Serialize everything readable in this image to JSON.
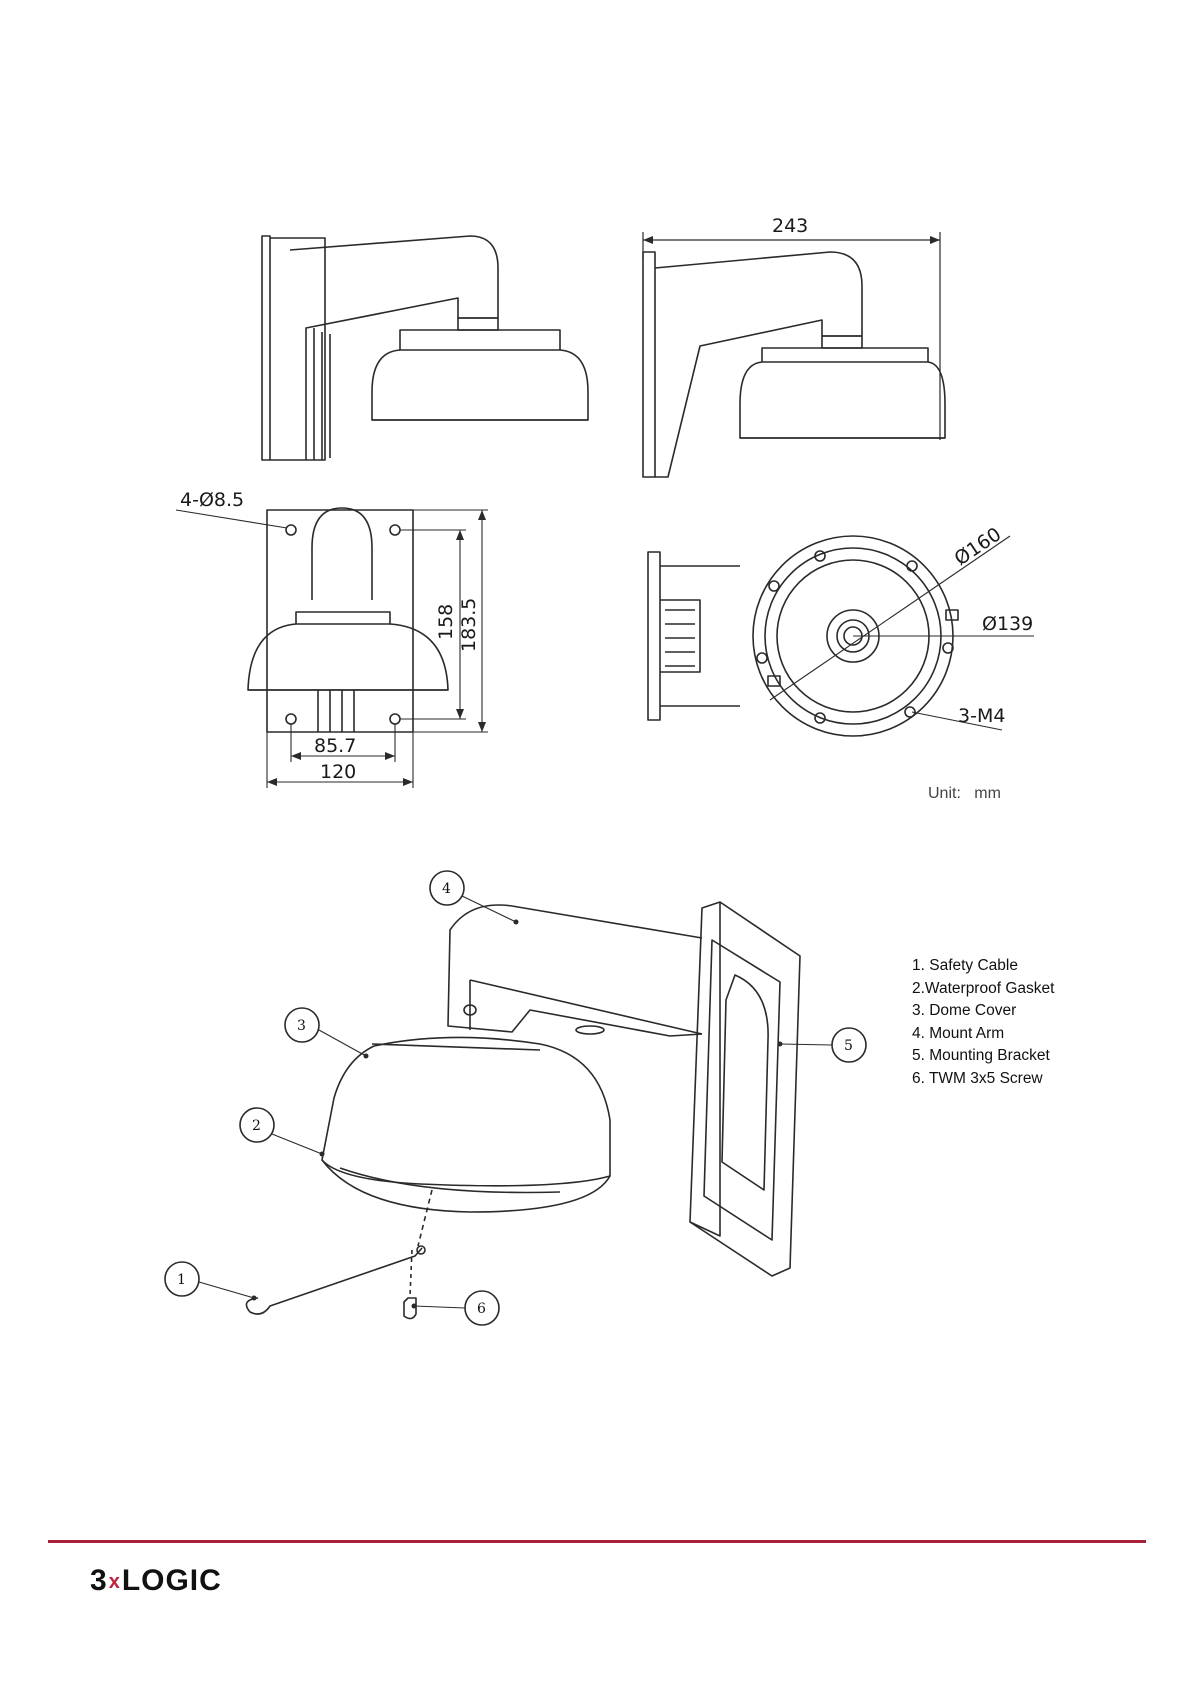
{
  "dimensions": {
    "width_total": "243",
    "holes": "4-Ø8.5",
    "height_inner": "158",
    "height_outer": "183.5",
    "width_inner": "85.7",
    "width_outer": "120",
    "dia_outer": "Ø160",
    "dia_inner": "Ø139",
    "screws": "3-M4",
    "unit": "Unit:   mm"
  },
  "callouts": [
    "1",
    "2",
    "3",
    "4",
    "5",
    "6"
  ],
  "legend": [
    "1. Safety Cable",
    "2.Waterproof Gasket",
    "3. Dome Cover",
    "4. Mount Arm",
    "5. Mounting Bracket",
    "6. TWM 3x5 Screw"
  ],
  "footer": {
    "logo_left": "3",
    "logo_x": "x",
    "logo_right": "LOGIC",
    "rule_color": "#a8213a",
    "accent_color": "#c0223c"
  }
}
